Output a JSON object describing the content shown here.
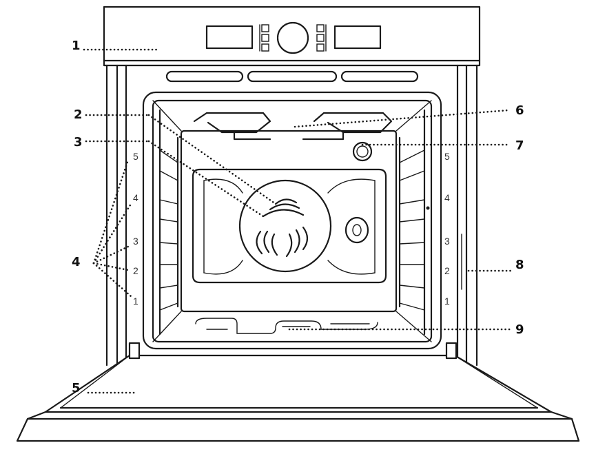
{
  "callouts": {
    "c1": "1",
    "c2": "2",
    "c3": "3",
    "c4": "4",
    "c5": "5",
    "c6": "6",
    "c7": "7",
    "c8": "8",
    "c9": "9"
  },
  "left_levels": [
    "5",
    "4",
    "3",
    "2",
    "1"
  ],
  "right_levels": [
    "5",
    "4",
    "3",
    "2",
    "1"
  ],
  "colors": {
    "line": "#1a1a1a",
    "background": "#ffffff"
  }
}
